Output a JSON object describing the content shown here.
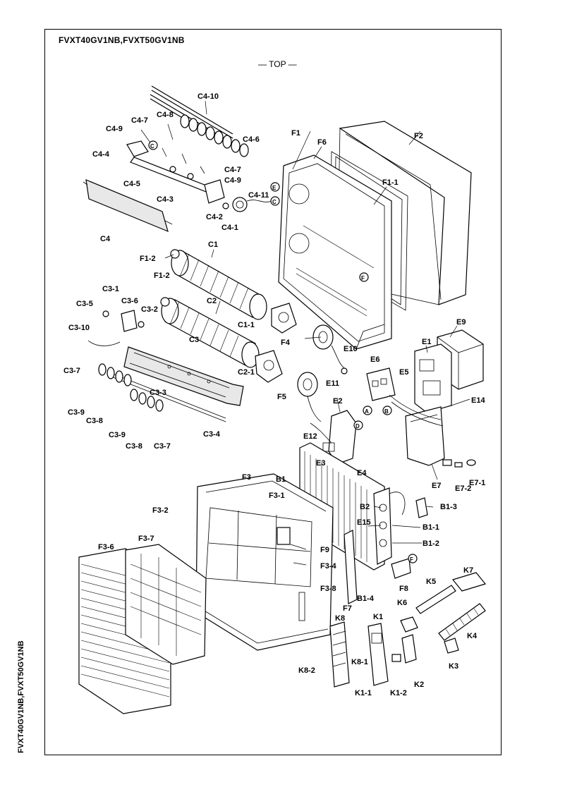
{
  "header": {
    "model_title": "FVXT40GV1NB,FVXT50GV1NB",
    "view_label": "— TOP —",
    "side_label": "FVXT40GV1NB,FVXT50GV1NB"
  },
  "callouts": [
    {
      "id": "C4-10",
      "text": "C4-10"
    },
    {
      "id": "C4-8",
      "text": "C4-8"
    },
    {
      "id": "C4-7a",
      "text": "C4-7"
    },
    {
      "id": "C4-9a",
      "text": "C4-9"
    },
    {
      "id": "C4-6",
      "text": "C4-6"
    },
    {
      "id": "C4-4",
      "text": "C4-4"
    },
    {
      "id": "C4-7b",
      "text": "C4-7"
    },
    {
      "id": "C4-9b",
      "text": "C4-9"
    },
    {
      "id": "C4-5",
      "text": "C4-5"
    },
    {
      "id": "C4-3",
      "text": "C4-3"
    },
    {
      "id": "C4-11",
      "text": "C4-11"
    },
    {
      "id": "C4-2",
      "text": "C4-2"
    },
    {
      "id": "C4-1",
      "text": "C4-1"
    },
    {
      "id": "C4",
      "text": "C4"
    },
    {
      "id": "F1",
      "text": "F1"
    },
    {
      "id": "F6",
      "text": "F6"
    },
    {
      "id": "F2",
      "text": "F2"
    },
    {
      "id": "F1-1",
      "text": "F1-1"
    },
    {
      "id": "F1-2a",
      "text": "F1-2"
    },
    {
      "id": "C1",
      "text": "C1"
    },
    {
      "id": "F1-2b",
      "text": "F1-2"
    },
    {
      "id": "C2",
      "text": "C2"
    },
    {
      "id": "C3-1",
      "text": "C3-1"
    },
    {
      "id": "C3-5",
      "text": "C3-5"
    },
    {
      "id": "C3-6",
      "text": "C3-6"
    },
    {
      "id": "C3-2",
      "text": "C3-2"
    },
    {
      "id": "C1-1",
      "text": "C1-1"
    },
    {
      "id": "C3-10",
      "text": "C3-10"
    },
    {
      "id": "F4",
      "text": "F4"
    },
    {
      "id": "E10",
      "text": "E10"
    },
    {
      "id": "E9",
      "text": "E9"
    },
    {
      "id": "E1",
      "text": "E1"
    },
    {
      "id": "C3",
      "text": "C3"
    },
    {
      "id": "C2-1",
      "text": "C2-1"
    },
    {
      "id": "E6",
      "text": "E6"
    },
    {
      "id": "E5",
      "text": "E5"
    },
    {
      "id": "C3-7a",
      "text": "C3-7"
    },
    {
      "id": "C3-3",
      "text": "C3-3"
    },
    {
      "id": "F5",
      "text": "F5"
    },
    {
      "id": "E11",
      "text": "E11"
    },
    {
      "id": "E14",
      "text": "E14"
    },
    {
      "id": "C3-9a",
      "text": "C3-9"
    },
    {
      "id": "C3-8a",
      "text": "C3-8"
    },
    {
      "id": "E2",
      "text": "E2"
    },
    {
      "id": "C3-9b",
      "text": "C3-9"
    },
    {
      "id": "C3-8b",
      "text": "C3-8"
    },
    {
      "id": "C3-7b",
      "text": "C3-7"
    },
    {
      "id": "C3-4",
      "text": "C3-4"
    },
    {
      "id": "E12",
      "text": "E12"
    },
    {
      "id": "E3",
      "text": "E3"
    },
    {
      "id": "E4",
      "text": "E4"
    },
    {
      "id": "E7",
      "text": "E7"
    },
    {
      "id": "E7-2",
      "text": "E7-2"
    },
    {
      "id": "E7-1",
      "text": "E7-1"
    },
    {
      "id": "F3",
      "text": "F3"
    },
    {
      "id": "B1",
      "text": "B1"
    },
    {
      "id": "F3-1",
      "text": "F3-1"
    },
    {
      "id": "F3-2",
      "text": "F3-2"
    },
    {
      "id": "B1-3",
      "text": "B1-3"
    },
    {
      "id": "B2",
      "text": "B2"
    },
    {
      "id": "E15",
      "text": "E15"
    },
    {
      "id": "B1-1",
      "text": "B1-1"
    },
    {
      "id": "B1-2",
      "text": "B1-2"
    },
    {
      "id": "F3-6",
      "text": "F3-6"
    },
    {
      "id": "F3-7",
      "text": "F3-7"
    },
    {
      "id": "F9",
      "text": "F9"
    },
    {
      "id": "F3-4",
      "text": "F3-4"
    },
    {
      "id": "K7",
      "text": "K7"
    },
    {
      "id": "F3-8",
      "text": "F3-8"
    },
    {
      "id": "K5",
      "text": "K5"
    },
    {
      "id": "F8",
      "text": "F8"
    },
    {
      "id": "B1-4",
      "text": "B1-4"
    },
    {
      "id": "F7",
      "text": "F7"
    },
    {
      "id": "K6",
      "text": "K6"
    },
    {
      "id": "K8",
      "text": "K8"
    },
    {
      "id": "K1",
      "text": "K1"
    },
    {
      "id": "K4",
      "text": "K4"
    },
    {
      "id": "K8-1",
      "text": "K8-1"
    },
    {
      "id": "K8-2",
      "text": "K8-2"
    },
    {
      "id": "K3",
      "text": "K3"
    },
    {
      "id": "K2",
      "text": "K2"
    },
    {
      "id": "K1-1",
      "text": "K1-1"
    },
    {
      "id": "K1-2",
      "text": "K1-2"
    }
  ],
  "connector_markers": [
    "E",
    "C",
    "D",
    "F",
    "A",
    "B"
  ]
}
